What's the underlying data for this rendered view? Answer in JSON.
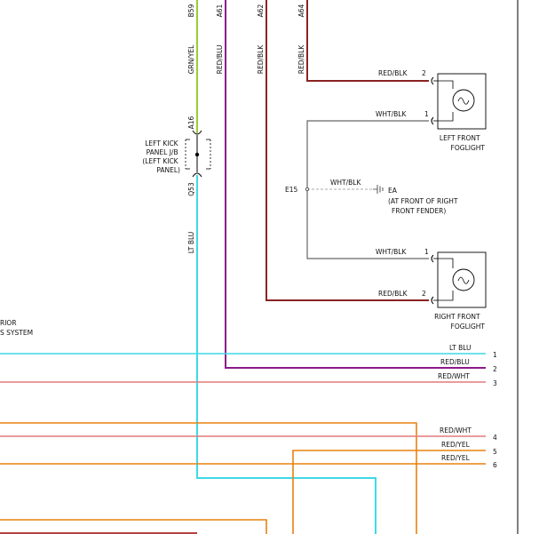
{
  "colors": {
    "grn_yel": "#9ACD32",
    "red_blu": "#8B1A89",
    "red_blk": "#8B2323",
    "lt_blu": "#3FD9E6",
    "red_wht": "#E37A7A",
    "red_yel": "#E8820E",
    "wht_blk": "#666666",
    "dark_red": "#990000"
  },
  "terminals": {
    "b59": "B59",
    "a61": "A61",
    "a62": "A62",
    "a64": "A64",
    "a16": "A16",
    "q53": "Q53",
    "e15": "E15"
  },
  "wires": {
    "grn_yel": "GRN/YEL",
    "red_blu": "RED/BLU",
    "red_blk": "RED/BLK",
    "lt_blu": "LT BLU",
    "wht_blk": "WHT/BLK",
    "red_wht": "RED/WHT",
    "red_yel": "RED/YEL"
  },
  "pins": {
    "lf_red": "2",
    "lf_wht": "1",
    "rf_wht": "1",
    "rf_red": "2"
  },
  "junction": {
    "l1": "LEFT KICK",
    "l2": "PANEL J/B",
    "l3": "(LEFT KICK",
    "l4": "PANEL)"
  },
  "ground": {
    "id": "EA",
    "l1": "(AT FRONT OF RIGHT",
    "l2": "FRONT FENDER)"
  },
  "left_foglight": {
    "l1": "LEFT FRONT",
    "l2": "FOGLIGHT"
  },
  "right_foglight": {
    "l1": "RIGHT FRONT",
    "l2": "FOGLIGHT"
  },
  "system": {
    "l1": "RIOR",
    "l2": "S SYSTEM"
  },
  "bus": {
    "labels": [
      "LT BLU",
      "RED/BLU",
      "RED/WHT",
      "RED/WHT",
      "RED/YEL",
      "RED/YEL"
    ],
    "numbers": [
      "1",
      "2",
      "3",
      "4",
      "5",
      "6"
    ]
  }
}
